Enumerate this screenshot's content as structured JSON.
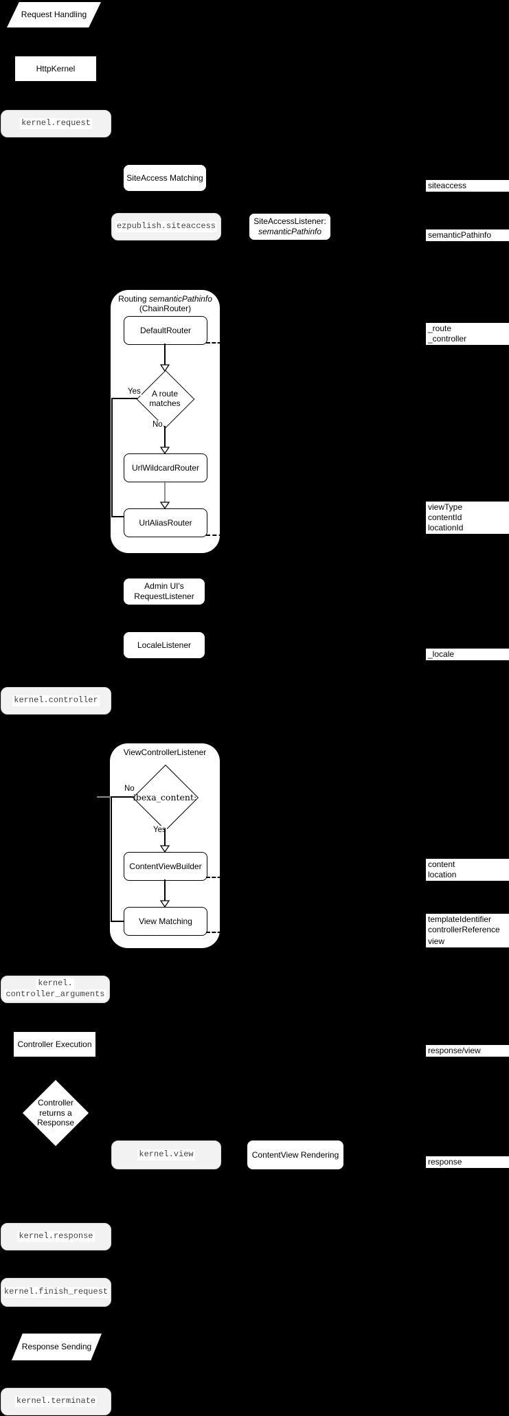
{
  "nodes": {
    "request_handling": "Request Handling",
    "http_kernel": "HttpKernel",
    "kernel_request": "kernel.request",
    "siteaccess_matching": "SiteAccess Matching",
    "ezpublish_siteaccess": "ezpublish.siteaccess",
    "siteaccess_listener_l1": "SiteAccessListener:",
    "siteaccess_listener_l2": "semanticPathinfo",
    "routing_title_normal": "Routing ",
    "routing_title_italic": "semanticPathinfo",
    "routing_title_l2": "(ChainRouter)",
    "default_router": "DefaultRouter",
    "route_matches_l1": "A route",
    "route_matches_l2": "matches",
    "yes": "Yes",
    "no": "No",
    "url_wildcard_router": "UrlWildcardRouter",
    "url_alias_router": "UrlAliasRouter",
    "admin_listener_l1": "Admin UI's",
    "admin_listener_l2": "RequestListener",
    "locale_listener": "LocaleListener",
    "kernel_controller": "kernel.controller",
    "vc_listener_title": "ViewControllerListener",
    "ibexa_content": "ibexa_content:",
    "content_view_builder": "ContentViewBuilder",
    "view_matching": "View Matching",
    "kernel_controller_arguments_l1": "kernel.",
    "kernel_controller_arguments_l2": "controller_arguments",
    "controller_execution": "Controller Execution",
    "controller_returns_l1": "Controller",
    "controller_returns_l2": "returns a",
    "controller_returns_l3": "Response",
    "kernel_view": "kernel.view",
    "contentview_rendering": "ContentView Rendering",
    "kernel_response": "kernel.response",
    "kernel_finish_request": "kernel.finish_request",
    "response_sending": "Response Sending",
    "kernel_terminate": "kernel.terminate"
  },
  "side_labels": {
    "siteaccess": "siteaccess",
    "semantic_pathinfo": "semanticPathinfo",
    "route": "_route",
    "controller": "_controller",
    "view_type": "viewType",
    "content_id": "contentId",
    "location_id": "locationId",
    "locale": "_locale",
    "content": "content",
    "location": "location",
    "template_identifier": "templateIdentifier",
    "controller_reference": "controllerReference",
    "view": "view",
    "response_view": "response/view",
    "response": "response"
  },
  "colors": {
    "background": "#000000",
    "node_fill": "#ffffff",
    "event_fill": "#f2f2f2",
    "line": "#000000",
    "text": "#000000",
    "mono_text": "#404040"
  }
}
